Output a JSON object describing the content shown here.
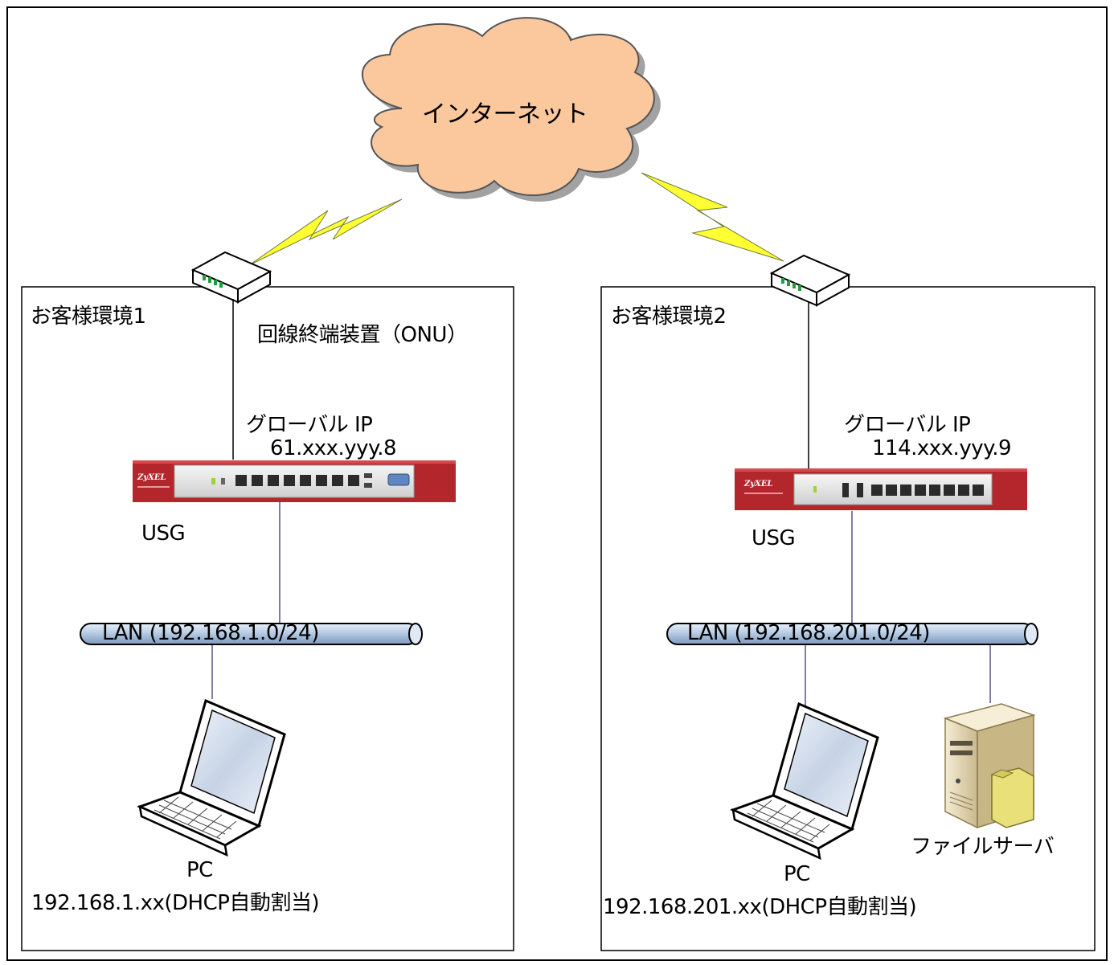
{
  "cloud": {
    "label": "インターネット",
    "fill": "#fbc89e"
  },
  "site1": {
    "title": "お客様環境1",
    "onu_label": "回線終端装置（ONU）",
    "global_ip_label": "グローバル IP",
    "global_ip_value": "61.xxx.yyy.8",
    "router_label": "USG",
    "router_brand": "ZyXEL",
    "lan_label": "LAN (192.168.1.0/24)",
    "pc_label": "PC",
    "pc_ip": "192.168.1.xx(DHCP自動割当)"
  },
  "site2": {
    "title": "お客様環境2",
    "global_ip_label": "グローバル IP",
    "global_ip_value": "114.xxx.yyy.9",
    "router_label": "USG",
    "router_brand": "ZyXEL",
    "lan_label": "LAN (192.168.201.0/24)",
    "pc_label": "PC",
    "pc_ip": "192.168.201.xx(DHCP自動割当)",
    "server_label": "ファイルサーバ"
  },
  "colors": {
    "lightning": "#ffff33",
    "lan_pipe": "#b8cce4",
    "router_red": "#b3262b",
    "link_line": "#2a2a6a"
  }
}
